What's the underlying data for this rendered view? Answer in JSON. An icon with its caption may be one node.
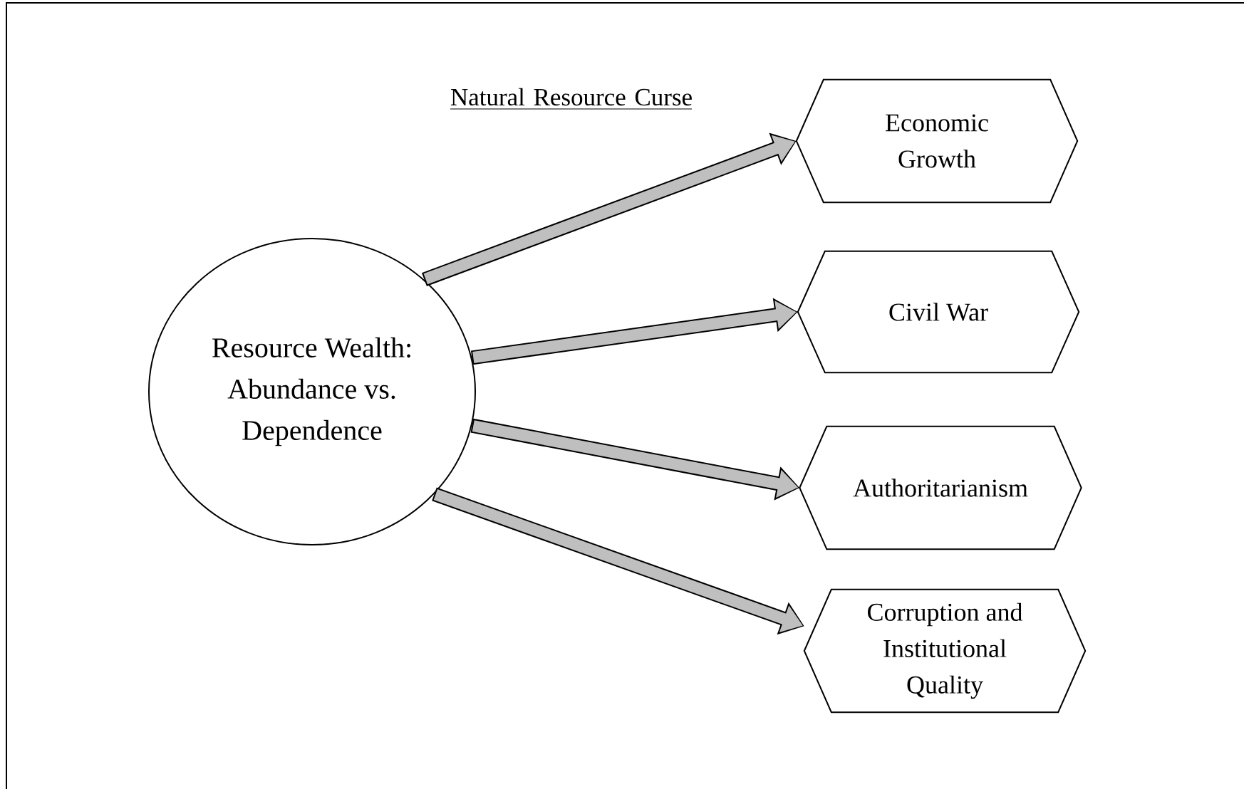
{
  "diagram": {
    "title": "Natural Resource Curse",
    "nodes": [
      {
        "text": [
          "Resource Wealth: Abundance vs. Dependence"
        ]
      },
      {
        "text": [
          "Economic Growth"
        ]
      },
      {
        "text": [
          "Civil War"
        ]
      },
      {
        "text": [
          "Authoritarianism"
        ]
      },
      {
        "text": [
          "Corruption and Institutional Quality"
        ]
      }
    ],
    "edges": [
      {
        "from": 0,
        "to": 1,
        "arrow": "to"
      },
      {
        "from": 0,
        "to": 2,
        "arrow": "to"
      },
      {
        "from": 0,
        "to": 3,
        "arrow": "to"
      },
      {
        "from": 0,
        "to": 4,
        "arrow": "to"
      }
    ]
  }
}
